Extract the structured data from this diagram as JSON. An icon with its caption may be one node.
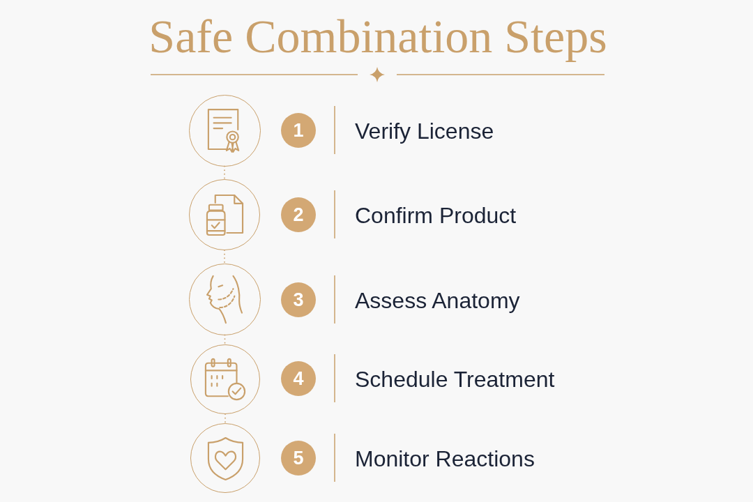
{
  "diagram": {
    "title": "Safe Combination Steps",
    "nodes": [
      {
        "text": [],
        "shape": "circle"
      },
      {
        "text": [
          "1"
        ],
        "beside": [
          "Verify License"
        ]
      },
      {
        "text": [],
        "shape": "circle"
      },
      {
        "text": [
          "2"
        ],
        "beside": [
          "Confirm Product"
        ]
      },
      {
        "text": [],
        "shape": "circle"
      },
      {
        "text": [
          "3"
        ],
        "beside": [
          "Assess Anatomy"
        ]
      },
      {
        "text": [],
        "shape": "circle"
      },
      {
        "text": [
          "4"
        ],
        "beside": [
          "Schedule Treatment"
        ]
      },
      {
        "text": [],
        "shape": "circle"
      },
      {
        "text": [
          "5"
        ],
        "beside": [
          "Monitor Reactions"
        ]
      }
    ],
    "edges": [
      {
        "from": 0,
        "to": 2,
        "arrow": "none",
        "style": "dashed"
      },
      {
        "from": 2,
        "to": 4,
        "arrow": "none",
        "style": "dashed"
      },
      {
        "from": 4,
        "to": 6,
        "arrow": "none",
        "style": "dashed"
      },
      {
        "from": 6,
        "to": 8,
        "arrow": "none",
        "style": "dashed"
      }
    ]
  }
}
